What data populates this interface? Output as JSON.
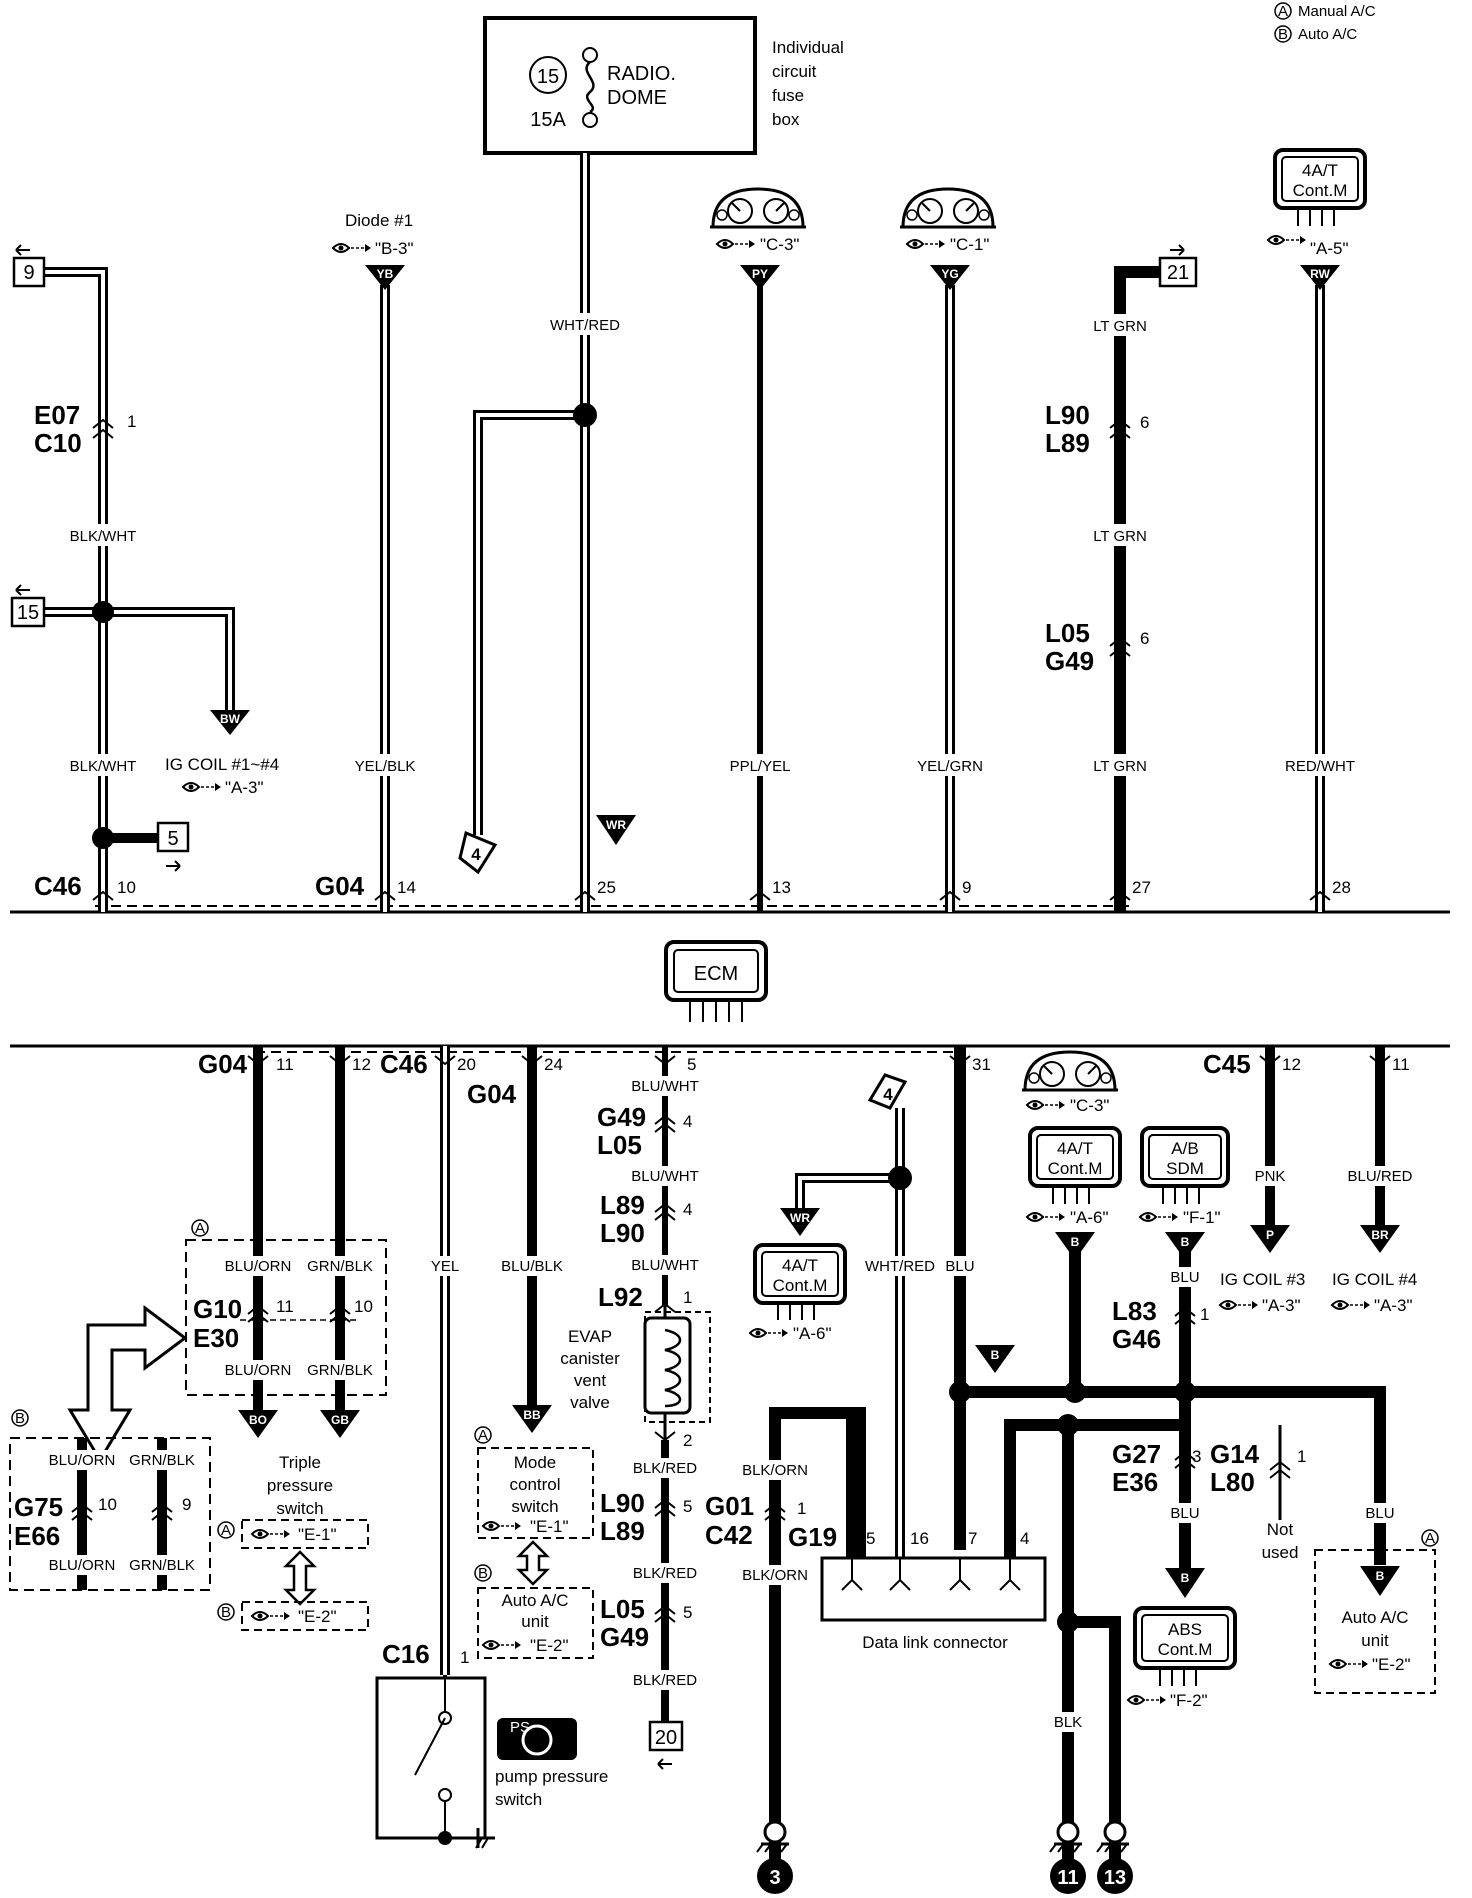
{
  "legend": {
    "a": {
      "mark": "A",
      "text": "Manual A/C"
    },
    "b": {
      "mark": "B",
      "text": "Auto A/C"
    }
  },
  "fuse_box": {
    "fuse_number": "15",
    "fuse_name_1": "RADIO.",
    "fuse_name_2": "DOME",
    "rating": "15A",
    "desc": [
      "Individual",
      "circuit",
      "fuse",
      "box"
    ]
  },
  "ecm": {
    "label": "ECM"
  },
  "page_refs": {
    "p9": "9",
    "p15": "15",
    "p5": "5",
    "p21": "21",
    "p4a": "4",
    "p4b": "4",
    "p20": "20",
    "g3": "3",
    "g11": "11",
    "g13": "13"
  },
  "top": {
    "diode": {
      "label": "Diode #1",
      "ref": "\"B-3\"",
      "tag": "YB"
    },
    "meter1": {
      "ref": "\"C-3\"",
      "tag": "PY"
    },
    "meter2": {
      "ref": "\"C-1\"",
      "tag": "YG"
    },
    "at_cont": {
      "l1": "4A/T",
      "l2": "Cont.M",
      "ref": "\"A-5\"",
      "tag": "RW"
    },
    "ig_coil": {
      "label": "IG COIL #1~#4",
      "ref": "\"A-3\"",
      "tag": "BW"
    },
    "wr_tag": "WR",
    "wires": {
      "blkwht1": "BLK/WHT",
      "blkwht2": "BLK/WHT",
      "yelblk": "YEL/BLK",
      "whtred": "WHT/RED",
      "pplyel": "PPL/YEL",
      "yelgrn": "YEL/GRN",
      "ltgrn1": "LT GRN",
      "ltgrn2": "LT GRN",
      "ltgrn3": "LT GRN",
      "redwht": "RED/WHT"
    },
    "conn": {
      "e07": "E07",
      "c10": "C10",
      "e07_pin": "1",
      "l90": "L90",
      "l89": "L89",
      "l90_pin": "6",
      "l05": "L05",
      "g49": "G49",
      "l05_pin": "6",
      "c46": "C46",
      "c46_pin": "10",
      "g04": "G04",
      "pins": [
        "14",
        "25",
        "13",
        "9",
        "27",
        "28"
      ]
    }
  },
  "bottom": {
    "conn": {
      "g04a": "G04",
      "pin11": "11",
      "pin12": "12",
      "c46": "C46",
      "pin20": "20",
      "g04b": "G04",
      "pin24": "24",
      "pin5": "5",
      "pin31": "31",
      "c45": "C45",
      "pin12b": "12",
      "pin11b": "11",
      "g49": "G49",
      "l05": "L05",
      "g49_pin": "4",
      "l89": "L89",
      "l90": "L90",
      "l89_pin": "4",
      "l92": "L92",
      "l92_pin": "1",
      "l92_pin2": "2",
      "l90b": "L90",
      "l89b": "L89",
      "l90b_pin": "5",
      "l05b": "L05",
      "g49b": "G49",
      "l05b_pin": "5",
      "g10": "G10",
      "e30": "E30",
      "g10_pin1": "11",
      "g10_pin2": "10",
      "g75": "G75",
      "e66": "E66",
      "g75_pin1": "10",
      "g75_pin2": "9",
      "g01": "G01",
      "c42": "C42",
      "g01_pin": "1",
      "g19": "G19",
      "g19_pins": [
        "5",
        "16",
        "7",
        "4"
      ],
      "l83": "L83",
      "g46": "G46",
      "l83_pin": "1",
      "g27": "G27",
      "e36": "E36",
      "g27_pin": "3",
      "g14": "G14",
      "l80": "L80",
      "g14_pin": "1",
      "c16": "C16",
      "c16_pin": "1"
    },
    "wires": {
      "bluorn1": "BLU/ORN",
      "grnblk1": "GRN/BLK",
      "bluorn2": "BLU/ORN",
      "grnblk2": "GRN/BLK",
      "bluorn3": "BLU/ORN",
      "grnblk3": "GRN/BLK",
      "bluorn4": "BLU/ORN",
      "grnblk4": "GRN/BLK",
      "yel": "YEL",
      "blublk": "BLU/BLK",
      "bluwht1": "BLU/WHT",
      "bluwht2": "BLU/WHT",
      "bluwht3": "BLU/WHT",
      "blkred1": "BLK/RED",
      "blkred2": "BLK/RED",
      "blkred3": "BLK/RED",
      "blkorn1": "BLK/ORN",
      "blkorn2": "BLK/ORN",
      "whtred": "WHT/RED",
      "blu1": "BLU",
      "blu2": "BLU",
      "blu3": "BLU",
      "blu4": "BLU",
      "pnk": "PNK",
      "blured": "BLU/RED",
      "blk": "BLK"
    },
    "tags": {
      "bo": "BO",
      "gb": "GB",
      "bb": "BB",
      "wr": "WR",
      "b1": "B",
      "b2": "B",
      "b3": "B",
      "b4": "B",
      "b5": "B",
      "p": "P",
      "br": "BR"
    },
    "triple": {
      "l1": "Triple",
      "l2": "pressure",
      "l3": "switch",
      "ref_a": "\"E-1\"",
      "ref_b": "\"E-2\""
    },
    "mode": {
      "l1": "Mode",
      "l2": "control",
      "l3": "switch",
      "ref": "\"E-1\""
    },
    "auto_unit": {
      "l1": "Auto A/C",
      "l2": "unit",
      "ref": "\"E-2\""
    },
    "evap": {
      "l1": "EVAP",
      "l2": "canister",
      "l3": "vent",
      "l4": "valve"
    },
    "at_cont_left": {
      "l1": "4A/T",
      "l2": "Cont.M",
      "ref": "\"A-6\""
    },
    "meter": {
      "ref": "\"C-3\""
    },
    "at_cont_right": {
      "l1": "4A/T",
      "l2": "Cont.M",
      "ref": "\"A-6\""
    },
    "ab_sdm": {
      "l1": "A/B",
      "l2": "SDM",
      "ref": "\"F-1\""
    },
    "ig3": {
      "label": "IG COIL #3",
      "ref": "\"A-3\""
    },
    "ig4": {
      "label": "IG COIL #4",
      "ref": "\"A-3\""
    },
    "dlc": {
      "label": "Data link connector"
    },
    "abs": {
      "l1": "ABS",
      "l2": "Cont.M",
      "ref": "\"F-2\""
    },
    "auto_unit_right": {
      "l1": "Auto A/C",
      "l2": "unit",
      "ref": "\"E-2\""
    },
    "not_used": {
      "l1": "Not",
      "l2": "used"
    },
    "ps_switch": {
      "l1": "pump pressure",
      "l2": "switch",
      "icon_text": "PS"
    },
    "marks": {
      "a1": "A",
      "b1": "B",
      "a2": "A",
      "b2": "B",
      "a3": "A",
      "b3": "B",
      "a4": "A"
    }
  }
}
